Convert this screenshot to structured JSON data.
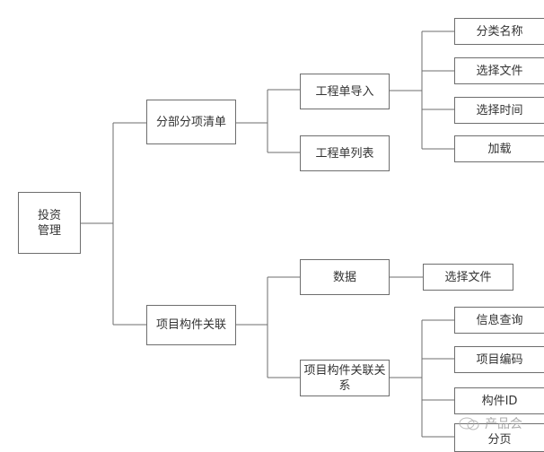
{
  "root": {
    "label": "投资\n管理",
    "line1": "投资",
    "line2": "管理"
  },
  "branches": [
    {
      "label": "分部分项清单",
      "children": [
        {
          "label": "工程单导入",
          "children": [
            "分类名称",
            "选择文件",
            "选择时间",
            "加载"
          ]
        },
        {
          "label": "工程单列表"
        }
      ]
    },
    {
      "label": "项目构件关联",
      "children": [
        {
          "label": "数据",
          "children": [
            "选择文件"
          ]
        },
        {
          "label": "项目构件关联关系",
          "children": [
            "信息查询",
            "项目编码",
            "构件ID",
            "分页"
          ]
        }
      ]
    }
  ],
  "watermark": "产品会",
  "colors": {
    "line": "#6e6e6e",
    "text": "#333333"
  }
}
